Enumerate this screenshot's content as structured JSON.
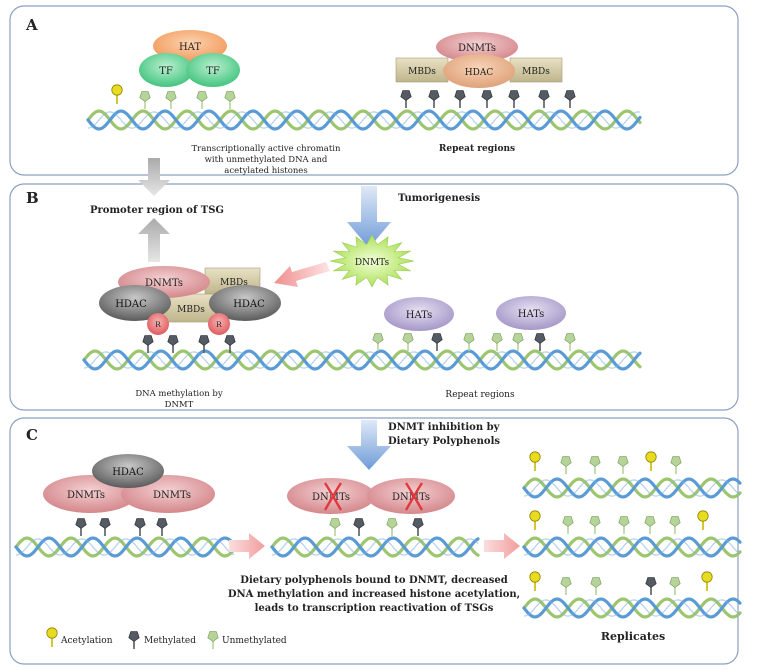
{
  "panels": {
    "a": {
      "letter": "A",
      "hat": "HAT",
      "tf_left": "TF",
      "tf_right": "TF",
      "dnmts": "DNMTs",
      "mbds_left": "MBDs",
      "hdac": "HDAC",
      "mbds_right": "MBDs",
      "active_chromatin_line1": "Transcriptionally active chromatin",
      "active_chromatin_line2": "with unmethylated DNA and",
      "active_chromatin_line3": "acetylated histones",
      "repeat_regions": "Repeat regions"
    },
    "b": {
      "letter": "B",
      "promoter": "Promoter region of TSG",
      "tumorigenesis": "Tumorigenesis",
      "star_dnmts": "DNMTs",
      "dnmts": "DNMTs",
      "mbds_top": "MBDs",
      "hdac_left": "HDAC",
      "mbds_mid": "MBDs",
      "hdac_right": "HDAC",
      "r_left": "R",
      "r_right": "R",
      "hats_left": "HATs",
      "hats_right": "HATs",
      "methylation_line1": "DNA methylation by",
      "methylation_line2": "DNMT",
      "repeat_regions": "Repeat regions"
    },
    "c": {
      "letter": "C",
      "inhibition_line1": "DNMT inhibition by",
      "inhibition_line2": "Dietary Polyphenols",
      "hdac": "HDAC",
      "dnmts_left": "DNMTs",
      "dnmts_right": "DNMTs",
      "blocked_left": "DNMTs",
      "blocked_right": "DNMTs",
      "caption_line1": "Dietary polyphenols bound to DNMT, decreased",
      "caption_line2": "DNA methylation and increased histone acetylation,",
      "caption_line3": "leads to transcription reactivation of TSGs",
      "replicates": "Replicates"
    }
  },
  "legend": {
    "acetylation": "Acetylation",
    "methylated": "Methylated",
    "unmethylated": "Unmethylated"
  },
  "colors": {
    "dna_blue": "#5b9bd5",
    "dna_green": "#9cc56e",
    "hat": "#f4a46c",
    "tf": "#5fcf90",
    "dnmt": "#e3a0a3",
    "mbd": "#cfc59f",
    "hdac_dark": "#6f6f6f",
    "hat_purple": "#b5a8d0",
    "r_red": "#e2696b",
    "star_green": "#b9e86a",
    "arrow_blue": "#8fb2e0",
    "arrow_pink": "#f4b4b4",
    "arrow_gray": "#c4c4c4"
  },
  "icons": [
    "acetylation-icon",
    "methylated-icon",
    "unmethylated-icon"
  ]
}
